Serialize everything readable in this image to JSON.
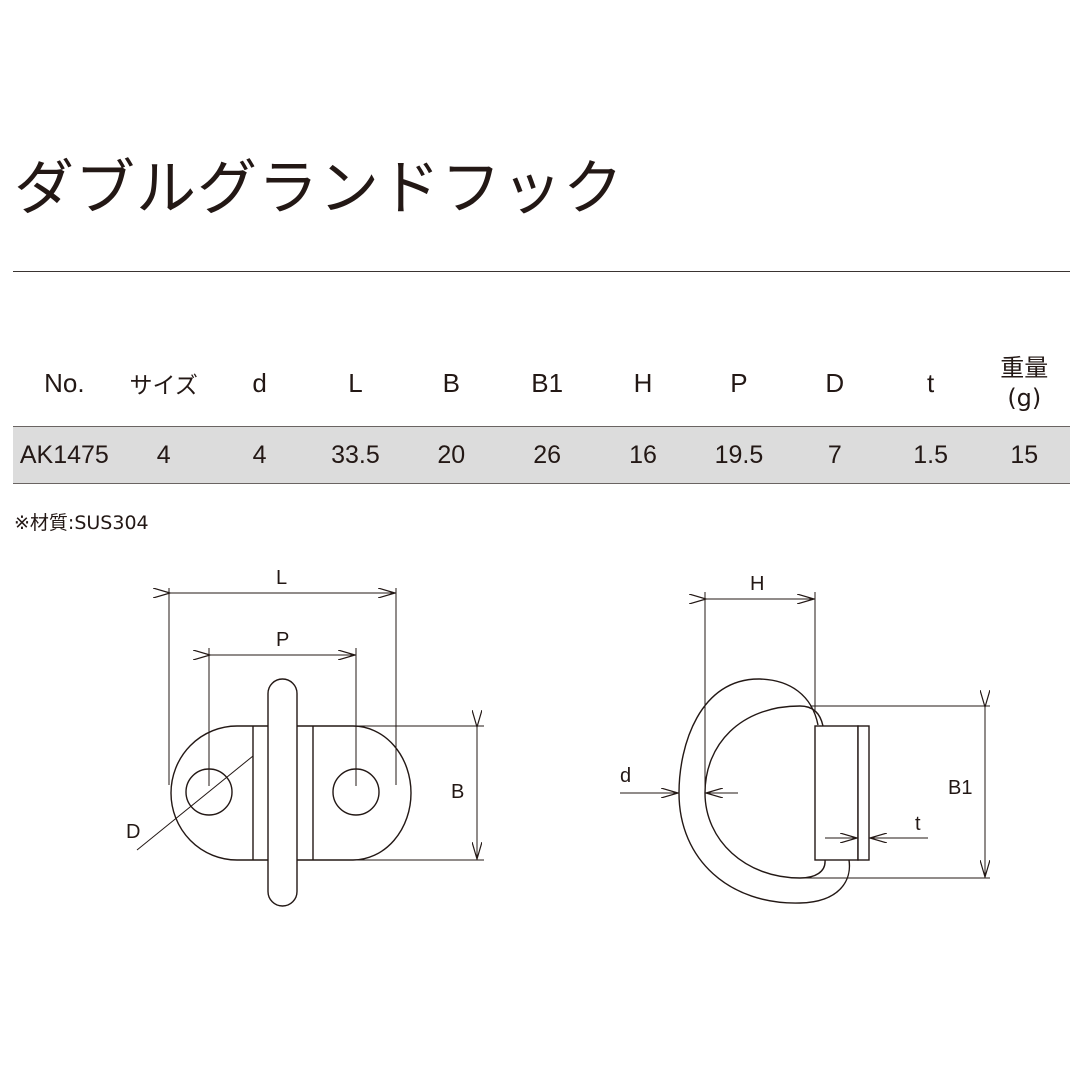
{
  "title": "ダブルグランドフック",
  "table": {
    "headers": [
      "No.",
      "サイズ",
      "d",
      "L",
      "B",
      "B1",
      "H",
      "P",
      "D",
      "t",
      "重量",
      "(g)"
    ],
    "rows": [
      [
        "AK1475",
        "4",
        "4",
        "33.5",
        "20",
        "26",
        "16",
        "19.5",
        "7",
        "1.5",
        "15"
      ]
    ]
  },
  "note": "※材質:SUS304",
  "drawing": {
    "front_view_labels": {
      "L": "L",
      "P": "P",
      "B": "B",
      "D": "D"
    },
    "side_view_labels": {
      "H": "H",
      "d": "d",
      "B1": "B1",
      "t": "t"
    }
  },
  "colors": {
    "text": "#231815",
    "row_bg": "#dcdcdc",
    "line": "#3a3431"
  }
}
